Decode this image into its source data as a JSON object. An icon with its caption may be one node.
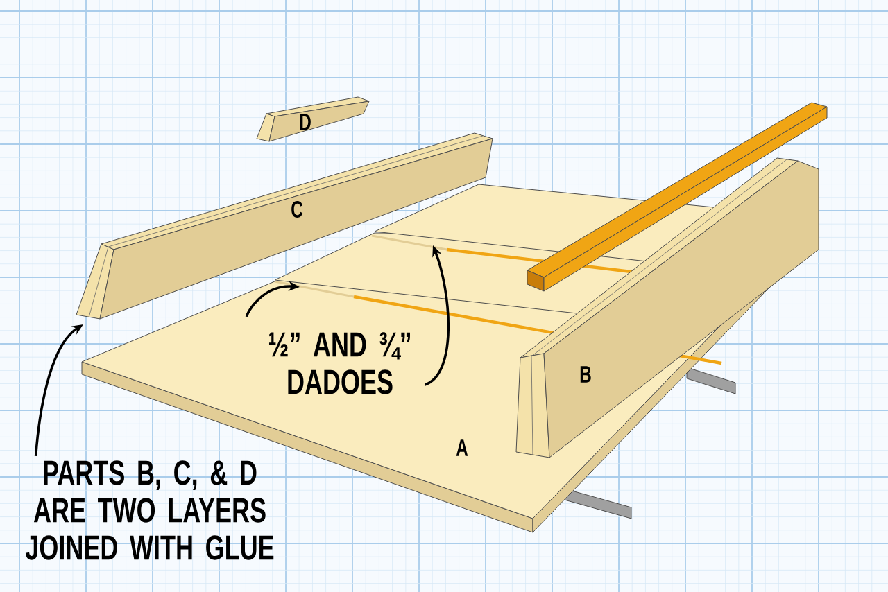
{
  "diagram": {
    "nodes": [
      {
        "text": [
          "PARTS B, C, & D ARE TWO LAYERS JOINED WITH GLUE"
        ]
      },
      {
        "text": [
          "½” AND ¾” DADOES"
        ]
      }
    ],
    "edges": [
      {
        "from": 0,
        "to": null,
        "arrow": "to"
      },
      {
        "from": 1,
        "to": null,
        "arrow": "to"
      },
      {
        "from": 1,
        "to": null,
        "arrow": "to"
      }
    ],
    "labels": [
      "D",
      "C",
      "B",
      "A"
    ]
  }
}
